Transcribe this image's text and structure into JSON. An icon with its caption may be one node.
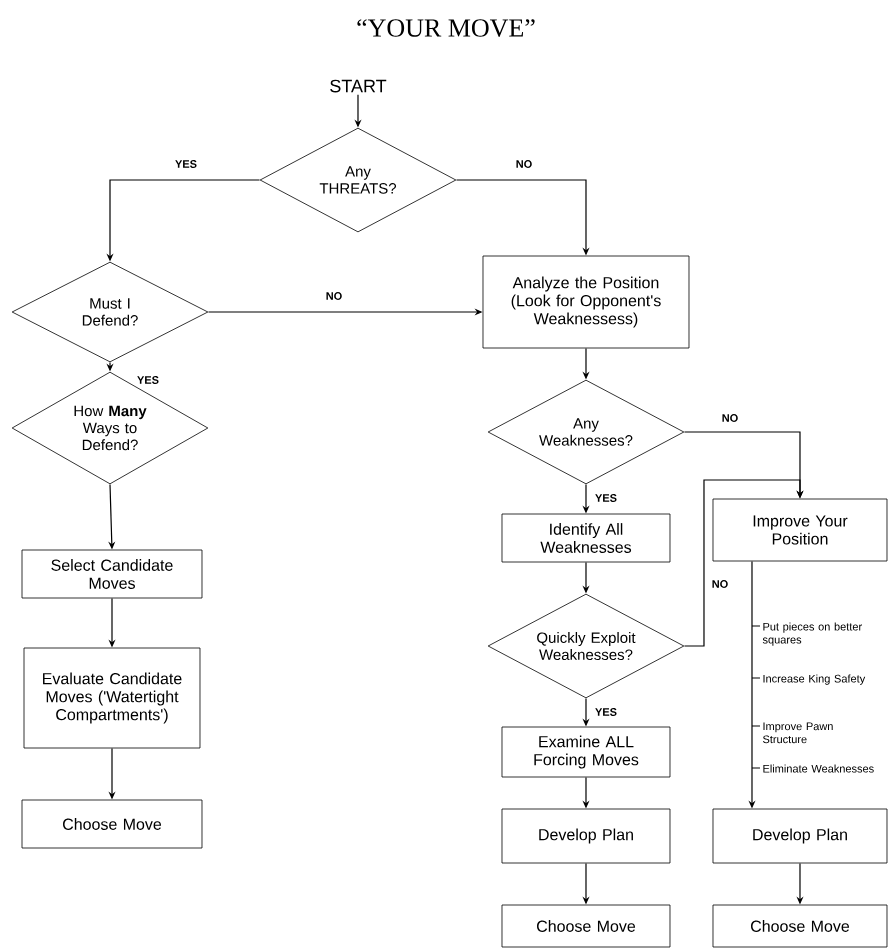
{
  "diagram": {
    "title": "“YOUR MOVE”",
    "nodes": [
      {
        "text": [
          "START"
        ]
      },
      {
        "text": [
          "Any THREATS?"
        ]
      },
      {
        "text": [
          "Must I Defend?"
        ]
      },
      {
        "text": [
          "How **Many** Ways to Defend?"
        ]
      },
      {
        "text": [
          "Select Candidate Moves"
        ]
      },
      {
        "text": [
          "Evaluate Candidate Moves ('Watertight Compartments')"
        ]
      },
      {
        "text": [
          "Choose Move"
        ]
      },
      {
        "text": [
          "Analyze the Position (Look for Opponent's Weaknessess)"
        ]
      },
      {
        "text": [
          "Any Weaknesses?"
        ]
      },
      {
        "text": [
          "Identify All Weaknesses"
        ]
      },
      {
        "text": [
          "Quickly Exploit Weaknesses?"
        ]
      },
      {
        "text": [
          "Examine ALL Forcing Moves"
        ]
      },
      {
        "text": [
          "Develop Plan"
        ]
      },
      {
        "text": [
          "Choose Move"
        ]
      },
      {
        "text": [
          "Improve Your Position"
        ]
      },
      {
        "text": [
          "Develop Plan"
        ]
      },
      {
        "text": [
          "Choose Move"
        ]
      }
    ],
    "edges": [
      {
        "from": 0,
        "to": 1,
        "arrow": "to"
      },
      {
        "from": 1,
        "to": 2,
        "arrow": "to",
        "label": "YES"
      },
      {
        "from": 1,
        "to": 7,
        "arrow": "to",
        "label": "NO"
      },
      {
        "from": 2,
        "to": 7,
        "arrow": "to",
        "label": "NO"
      },
      {
        "from": 2,
        "to": 3,
        "arrow": "to",
        "label": "YES"
      },
      {
        "from": 3,
        "to": 4,
        "arrow": "to"
      },
      {
        "from": 4,
        "to": 5,
        "arrow": "to"
      },
      {
        "from": 5,
        "to": 6,
        "arrow": "to"
      },
      {
        "from": 7,
        "to": 8,
        "arrow": "to"
      },
      {
        "from": 8,
        "to": 9,
        "arrow": "to",
        "label": "YES"
      },
      {
        "from": 8,
        "to": 14,
        "arrow": "to",
        "label": "NO"
      },
      {
        "from": 9,
        "to": 10,
        "arrow": "to"
      },
      {
        "from": 10,
        "to": 11,
        "arrow": "to",
        "label": "YES"
      },
      {
        "from": 10,
        "to": 14,
        "arrow": "to",
        "label": "NO"
      },
      {
        "from": 11,
        "to": 12,
        "arrow": "to"
      },
      {
        "from": 12,
        "to": 13,
        "arrow": "to"
      },
      {
        "from": 14,
        "to": 15,
        "arrow": "to"
      },
      {
        "from": 15,
        "to": 16,
        "arrow": "to"
      }
    ],
    "labels": [
      "Put pieces on better squares",
      "Increase King Safety",
      "Improve Pawn Structure",
      "Eliminate Weaknesses"
    ]
  }
}
